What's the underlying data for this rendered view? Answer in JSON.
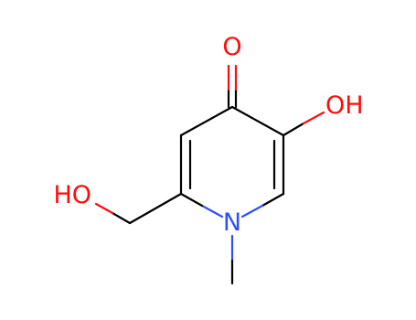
{
  "molecule": {
    "colors": {
      "bond": "#000000",
      "oxygen": "#ff0d0d",
      "nitrogen": "#3050f8",
      "background": "#ffffff"
    },
    "labels": {
      "ketone_o": "O",
      "ring_oh": "OH",
      "side_ho": "HO",
      "ring_n": "N"
    }
  }
}
